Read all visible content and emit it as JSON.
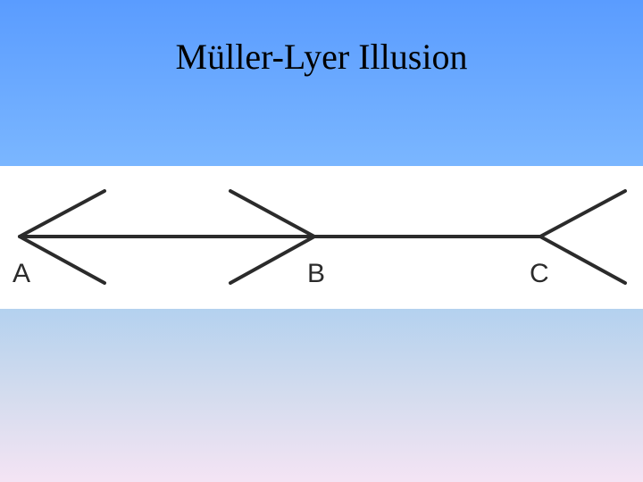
{
  "slide": {
    "title": "Müller-Lyer Illusion"
  },
  "diagram": {
    "points": [
      "A",
      "B",
      "C"
    ],
    "line_color": "#2b2b2b",
    "panel_color": "#ffffff"
  }
}
